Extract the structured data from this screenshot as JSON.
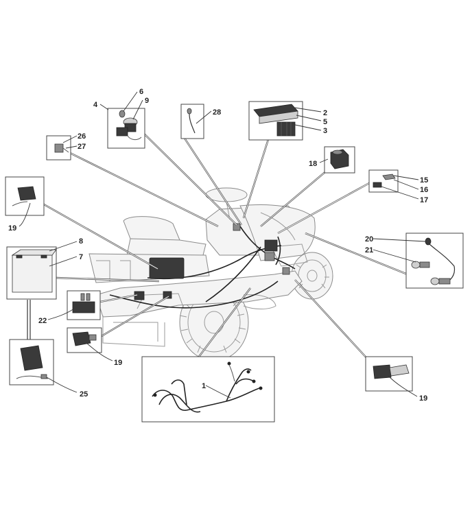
{
  "callouts": {
    "c1": "1",
    "c2": "2",
    "c3": "3",
    "c4": "4",
    "c5": "5",
    "c6": "6",
    "c7": "7",
    "c8": "8",
    "c9": "9",
    "c15": "15",
    "c16": "16",
    "c17": "17",
    "c18": "18",
    "c19a": "19",
    "c19b": "19",
    "c19c": "19",
    "c20": "20",
    "c21": "21",
    "c22": "22",
    "c25": "25",
    "c26": "26",
    "c27": "27",
    "c28": "28"
  },
  "colors": {
    "line": "#333333",
    "box": "#444444",
    "part": "#cfcfcf",
    "dark": "#3a3a3a"
  }
}
